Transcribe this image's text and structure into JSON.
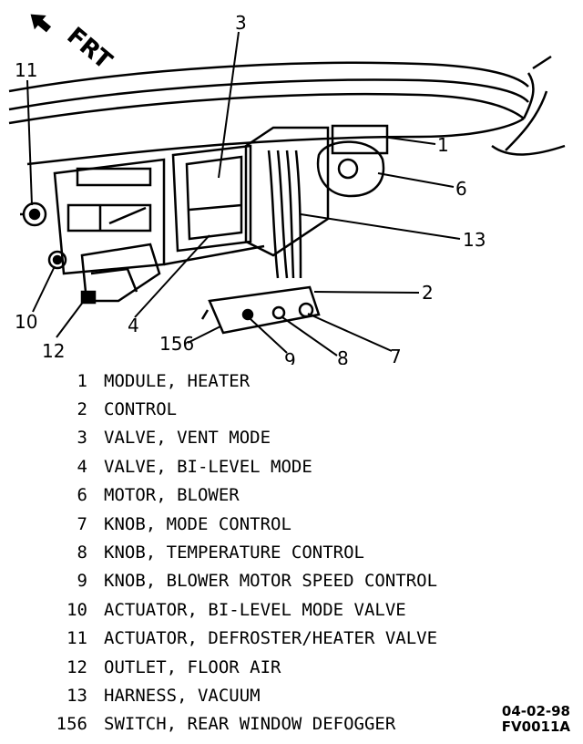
{
  "forward_label": "FRT",
  "callouts": {
    "c1": "1",
    "c2": "2",
    "c3": "3",
    "c4": "4",
    "c6": "6",
    "c7": "7",
    "c8": "8",
    "c9": "9",
    "c10": "10",
    "c11": "11",
    "c12": "12",
    "c13": "13",
    "c156": "156"
  },
  "legend": [
    {
      "num": "1",
      "desc": "MODULE, HEATER"
    },
    {
      "num": "2",
      "desc": "CONTROL"
    },
    {
      "num": "3",
      "desc": "VALVE, VENT MODE"
    },
    {
      "num": "4",
      "desc": "VALVE, BI-LEVEL MODE"
    },
    {
      "num": "6",
      "desc": "MOTOR, BLOWER"
    },
    {
      "num": "7",
      "desc": "KNOB, MODE CONTROL"
    },
    {
      "num": "8",
      "desc": "KNOB, TEMPERATURE CONTROL"
    },
    {
      "num": "9",
      "desc": "KNOB, BLOWER MOTOR SPEED CONTROL"
    },
    {
      "num": "10",
      "desc": "ACTUATOR, BI-LEVEL MODE VALVE"
    },
    {
      "num": "11",
      "desc": "ACTUATOR, DEFROSTER/HEATER VALVE"
    },
    {
      "num": "12",
      "desc": "OUTLET, FLOOR AIR"
    },
    {
      "num": "13",
      "desc": "HARNESS, VACUUM"
    },
    {
      "num": "156",
      "desc": "SWITCH, REAR WINDOW DEFOGGER"
    }
  ],
  "stamp": {
    "date": "04-02-98",
    "code": "FV0011A"
  }
}
